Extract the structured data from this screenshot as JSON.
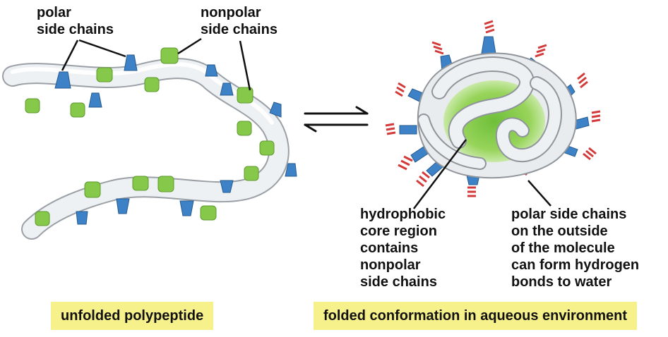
{
  "labels": {
    "polar_side_chains": [
      "polar",
      "side chains"
    ],
    "nonpolar_side_chains": [
      "nonpolar",
      "side chains"
    ],
    "hydrophobic_core": [
      "hydrophobic",
      "core region",
      "contains",
      "nonpolar",
      "side chains"
    ],
    "polar_outside": [
      "polar side chains",
      "on the outside",
      "of the molecule",
      "can form hydrogen",
      "bonds to water"
    ]
  },
  "captions": {
    "left": "unfolded polypeptide",
    "right": "folded conformation in aqueous environment"
  },
  "colors": {
    "polar_side_chain": "#3d82c6",
    "nonpolar_side_chain": "#86c84a",
    "backbone": "#e6e9ec",
    "hydrophobic_core": "#8fcf4c",
    "hydrogen_bond_marks": "#d33a3a",
    "caption_background": "#f7f18b"
  },
  "icons": {
    "equilibrium": "double-harpoon-arrows-icon"
  }
}
